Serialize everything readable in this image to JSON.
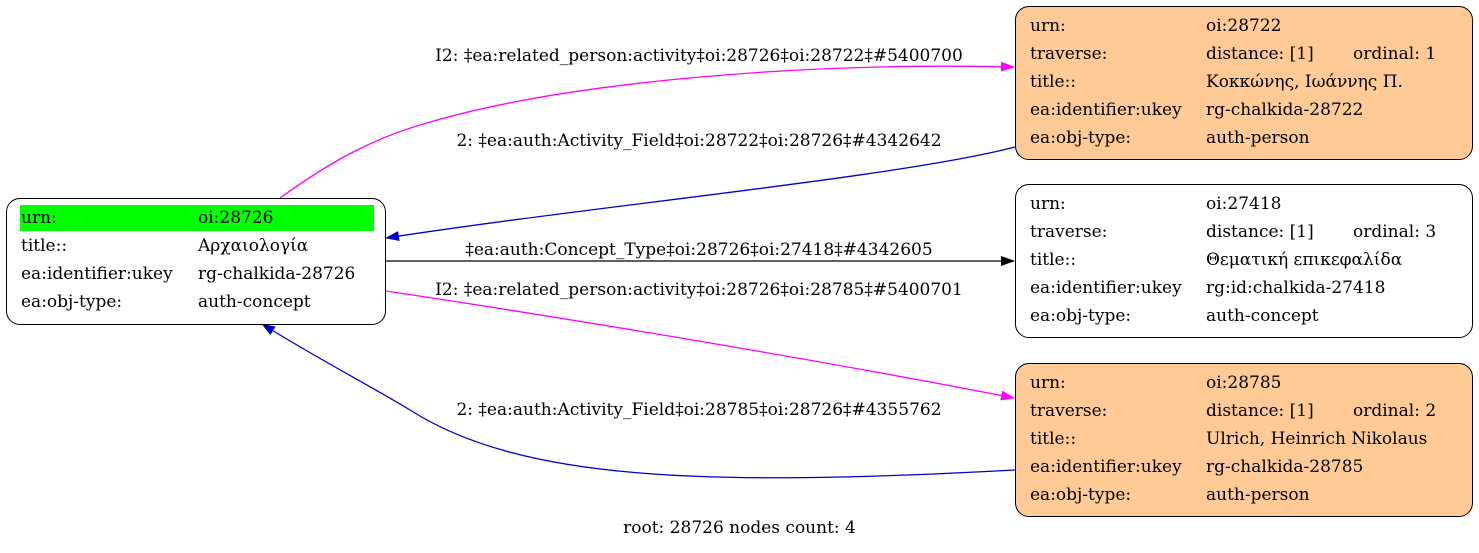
{
  "nodes": {
    "root": {
      "urn_label": "urn:",
      "urn": "oi:28726",
      "title_label": "title::",
      "title": "Αρχαιολογία",
      "ukey_label": "ea:identifier:ukey",
      "ukey": "rg-chalkida-28726",
      "type_label": "ea:obj-type:",
      "type": "auth-concept",
      "highlight_color": "#00ff00"
    },
    "n28722": {
      "urn_label": "urn:",
      "urn": "oi:28722",
      "traverse_label": "traverse:",
      "distance": "distance: [1]",
      "ordinal": "ordinal: 1",
      "title_label": "title::",
      "title": "Κοκκώνης, Ιωάννης Π.",
      "ukey_label": "ea:identifier:ukey",
      "ukey": "rg-chalkida-28722",
      "type_label": "ea:obj-type:",
      "type": "auth-person"
    },
    "n27418": {
      "urn_label": "urn:",
      "urn": "oi:27418",
      "traverse_label": "traverse:",
      "distance": "distance: [1]",
      "ordinal": "ordinal: 3",
      "title_label": "title::",
      "title": "Θεματική επικεφαλίδα",
      "ukey_label": "ea:identifier:ukey",
      "ukey": "rg:id:chalkida-27418",
      "type_label": "ea:obj-type:",
      "type": "auth-concept"
    },
    "n28785": {
      "urn_label": "urn:",
      "urn": "oi:28785",
      "traverse_label": "traverse:",
      "distance": "distance: [1]",
      "ordinal": "ordinal: 2",
      "title_label": "title::",
      "title": "Ulrich, Heinrich Nikolaus",
      "ukey_label": "ea:identifier:ukey",
      "ukey": "rg-chalkida-28785",
      "type_label": "ea:obj-type:",
      "type": "auth-person"
    }
  },
  "edges": {
    "e1": "I2: ‡ea:related_person:activity‡oi:28726‡oi:28722‡#5400700",
    "e2": "2: ‡ea:auth:Activity_Field‡oi:28722‡oi:28726‡#4342642",
    "e3": "‡ea:auth:Concept_Type‡oi:28726‡oi:27418‡#4342605",
    "e4": "I2: ‡ea:related_person:activity‡oi:28726‡oi:28785‡#5400701",
    "e5": "2: ‡ea:auth:Activity_Field‡oi:28785‡oi:28726‡#4355762"
  },
  "colors": {
    "related_person_edge": "#ff00ff",
    "activity_field_edge": "#0000cd",
    "concept_type_edge": "#000000",
    "person_fill": "#ffca96"
  },
  "footer": "root: 28726 nodes count: 4"
}
